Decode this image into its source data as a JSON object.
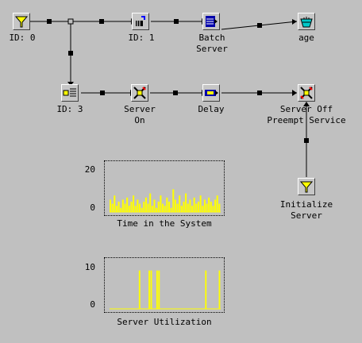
{
  "blocks": {
    "source0": {
      "label": "ID: 0",
      "icon": "source-filter-icon"
    },
    "id1": {
      "label": "ID: 1",
      "icon": "set-id-icon"
    },
    "batch_server": {
      "label": "Batch\nServer",
      "icon": "batch-server-icon"
    },
    "age": {
      "label": "age",
      "icon": "bucket-icon"
    },
    "id3": {
      "label": "ID: 3",
      "icon": "queue-icon"
    },
    "server_on": {
      "label": "Server\nOn",
      "icon": "switch-icon"
    },
    "delay": {
      "label": "Delay",
      "icon": "delay-icon"
    },
    "server_off": {
      "label": "Server Off\nPreempt Service",
      "icon": "switch-icon"
    },
    "init_server": {
      "label": "Initialize\nServer",
      "icon": "source-filter-icon"
    }
  },
  "colors": {
    "background": "#c0c0c0",
    "trace": "#ffff00",
    "wire": "#000000"
  },
  "chart_data": [
    {
      "type": "bar",
      "title": "Time in the System",
      "yticks": [
        "20",
        "0"
      ],
      "ylim": [
        0,
        20
      ],
      "values": [
        6,
        4,
        8,
        3,
        5,
        2,
        6,
        4,
        7,
        3,
        5,
        8,
        3,
        6,
        4,
        2,
        5,
        7,
        4,
        9,
        3,
        6,
        2,
        5,
        8,
        4,
        3,
        7,
        5,
        2,
        11,
        6,
        4,
        8,
        3,
        5,
        9,
        4,
        6,
        3,
        7,
        4,
        5,
        8,
        3,
        6,
        4,
        7,
        5,
        3,
        6,
        8,
        4
      ]
    },
    {
      "type": "bar",
      "title": "Server Utilization",
      "yticks": [
        "10",
        "0"
      ],
      "ylim": [
        0,
        12
      ],
      "values": [
        0,
        0,
        0,
        0,
        0,
        0,
        0,
        0,
        0,
        0,
        0,
        0,
        0,
        0,
        0,
        10,
        0,
        0,
        0,
        0,
        10,
        10,
        0,
        0,
        10,
        10,
        0,
        0,
        0,
        0,
        0,
        0,
        0,
        0,
        0,
        0,
        0,
        0,
        0,
        0,
        0,
        0,
        0,
        0,
        0,
        0,
        0,
        0,
        0,
        10,
        0,
        0,
        0,
        0,
        0,
        0,
        10
      ]
    }
  ]
}
